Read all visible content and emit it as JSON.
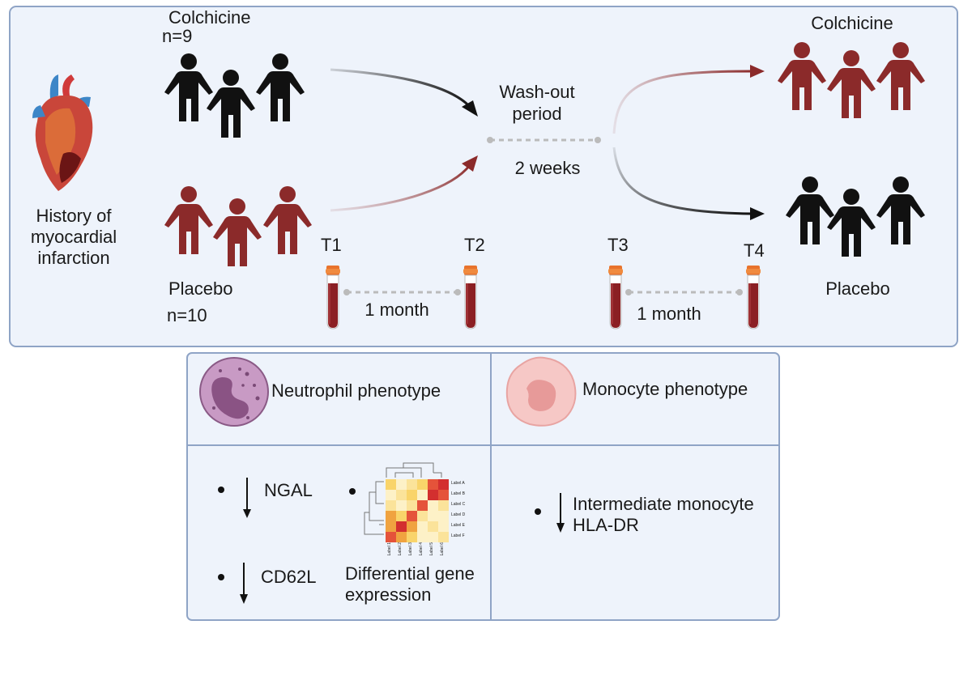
{
  "groups": {
    "top_left": {
      "name": "Colchicine",
      "n": "n=9"
    },
    "bottom_left": {
      "name": "Placebo",
      "n": "n=10"
    },
    "top_right": {
      "name": "Colchicine"
    },
    "bottom_right": {
      "name": "Placebo"
    }
  },
  "history": {
    "line1": "History of",
    "line2": "myocardial",
    "line3": "infarction"
  },
  "washout": {
    "line1": "Wash-out",
    "line2": "period",
    "duration": "2 weeks"
  },
  "timepoints": {
    "t1": "T1",
    "t2": "T2",
    "t3": "T3",
    "t4": "T4"
  },
  "intervals": {
    "first": "1 month",
    "second": "1 month"
  },
  "results": {
    "neutrophil": {
      "title": "Neutrophil phenotype",
      "marker1": "NGAL",
      "marker2": "CD62L",
      "gene_line1": "Differential gene",
      "gene_line2": "expression",
      "heatmap_row_labels": [
        "Label A",
        "Label B",
        "Label C",
        "Label D",
        "Label E",
        "Label F"
      ],
      "heatmap_col_labels": [
        "Label 1",
        "Label 2",
        "Label 3",
        "Label 4",
        "Label 5",
        "Label 6"
      ]
    },
    "monocyte": {
      "title": "Monocyte phenotype",
      "line1": "Intermediate monocyte",
      "line2": "HLA-DR"
    }
  },
  "colors": {
    "panel_bg": "#eef3fb",
    "panel_border": "#8fa4c6",
    "placebo_red": "#8b2a2a",
    "colchicine_black": "#111111"
  }
}
